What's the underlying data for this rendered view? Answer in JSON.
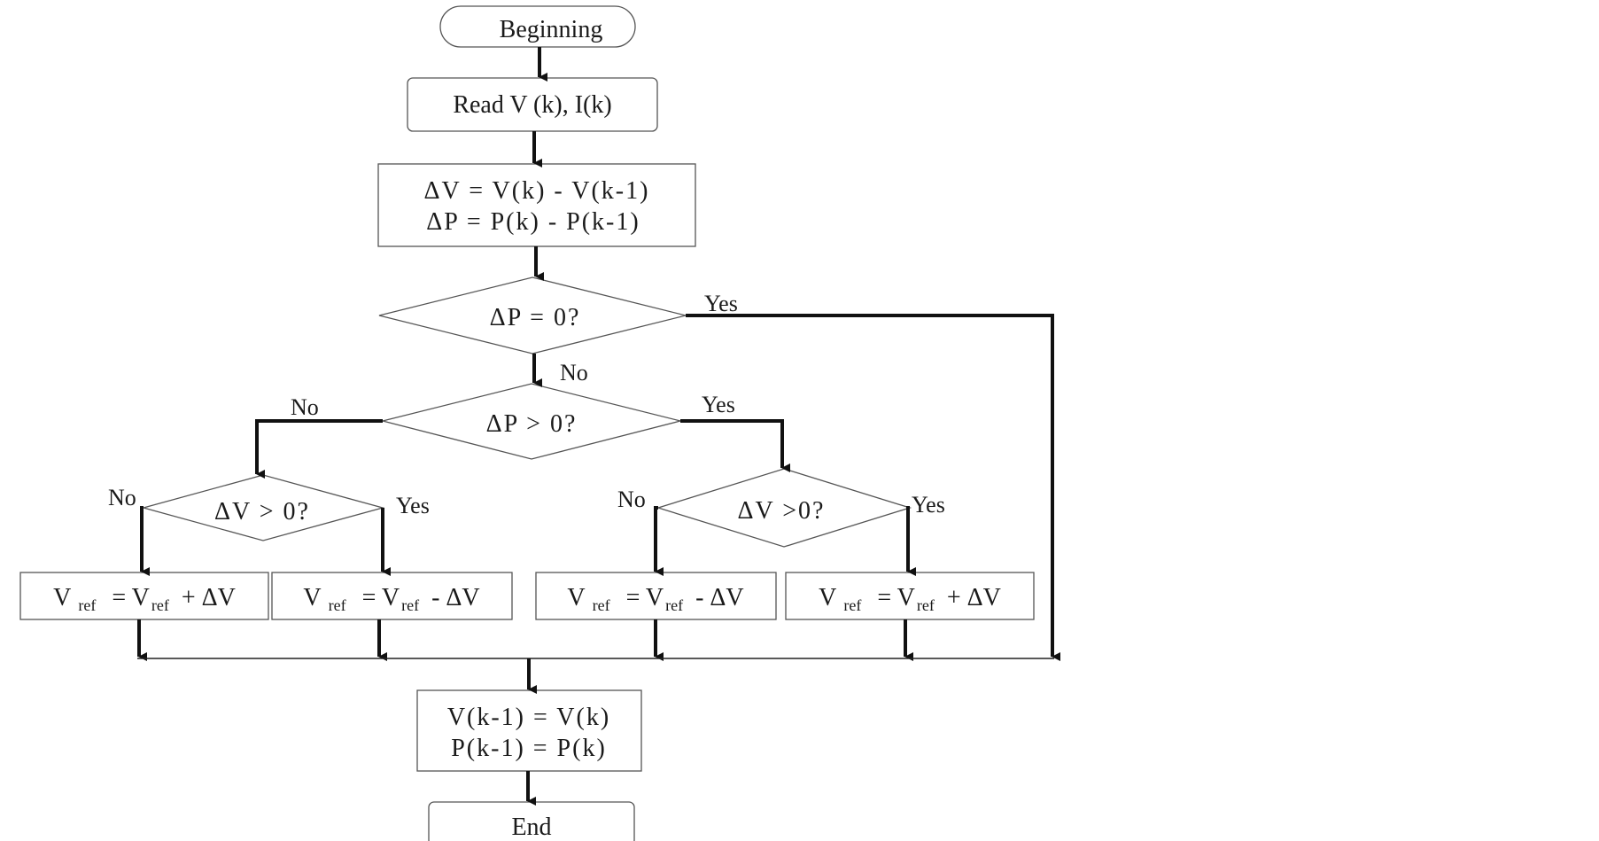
{
  "nodes": {
    "start": "Beginning",
    "read": "Read V (k), I(k)",
    "calc_line1": "ΔV = V(k) - V(k-1)",
    "calc_line2": "ΔP = P(k) - P(k-1)",
    "dec_dp_zero": "ΔP = 0?",
    "dec_dp_pos": "ΔP > 0?",
    "dec_dv_left": "ΔV > 0?",
    "dec_dv_right": "ΔV >0?",
    "action1": {
      "main1": "V",
      "sub1": "ref",
      "main2": "= V",
      "sub2": "ref",
      "main3": "+ ΔV"
    },
    "action2": {
      "main1": "V",
      "sub1": "ref",
      "main2": "= V",
      "sub2": "ref",
      "main3": "- ΔV"
    },
    "action3": {
      "main1": "V",
      "sub1": "ref",
      "main2": "= V",
      "sub2": "ref",
      "main3": "- ΔV"
    },
    "action4": {
      "main1": "V",
      "sub1": "ref",
      "main2": "= V",
      "sub2": "ref",
      "main3": "+ ΔV"
    },
    "update_line1": "V(k-1) = V(k)",
    "update_line2": "P(k-1) = P(k)",
    "end": "End"
  },
  "labels": {
    "dp_zero_yes": "Yes",
    "dp_zero_no": "No",
    "dp_pos_no": "No",
    "dp_pos_yes": "Yes",
    "dv_left_no": "No",
    "dv_left_yes": "Yes",
    "dv_right_no": "No",
    "dv_right_yes": "Yes"
  }
}
